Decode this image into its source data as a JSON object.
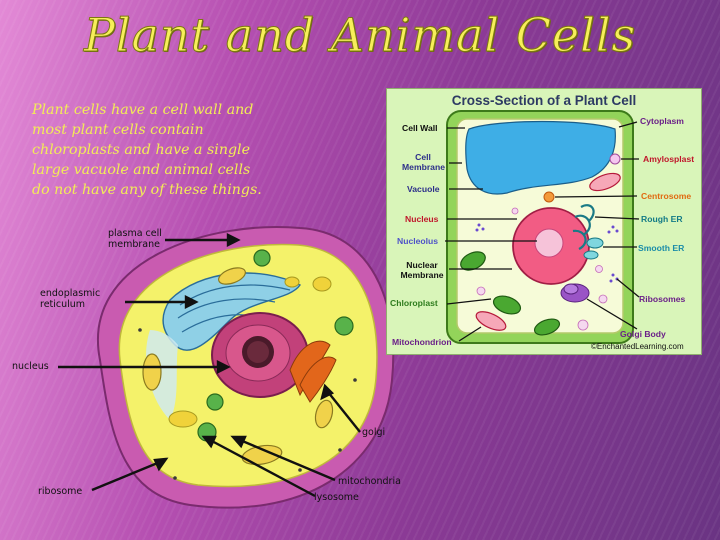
{
  "slide": {
    "title": "Plant and Animal Cells",
    "paragraph": "Plant cells have a cell wall and most plant cells contain chloroplasts and have a single large vacuole and animal cells do not have any of these things."
  },
  "animal_cell": {
    "labels": {
      "plasma_membrane": "plasma cell membrane",
      "er": "endoplasmic reticulum",
      "nucleus": "nucleus",
      "golgi": "golgi",
      "mitochondria": "mitochondria",
      "lysosome": "lysosome",
      "ribosome": "ribosome"
    }
  },
  "plant_cell": {
    "title": "Cross-Section of a Plant Cell",
    "copyright": "©EnchantedLearning.com",
    "labels": {
      "cell_wall": "Cell Wall",
      "cell_membrane": "Cell Membrane",
      "vacuole": "Vacuole",
      "nucleus": "Nucleus",
      "nucleolus": "Nucleolus",
      "nuclear_membrane": "Nuclear Membrane",
      "chloroplast": "Chloroplast",
      "mitochondrion": "Mitochondrion",
      "cytoplasm": "Cytoplasm",
      "amylosplast": "Amylosplast",
      "centrosome": "Centrosome",
      "rough_er": "Rough ER",
      "smooth_er": "Smooth ER",
      "ribosomes": "Ribosomes",
      "golgi_body": "Golgi Body"
    },
    "colors": {
      "black": "#111111",
      "red": "#c0162b",
      "purple": "#6a1f88",
      "orange": "#e06a10",
      "teal": "#127a86",
      "green": "#2f7d1e",
      "blue_violet": "#4e52c8"
    }
  }
}
